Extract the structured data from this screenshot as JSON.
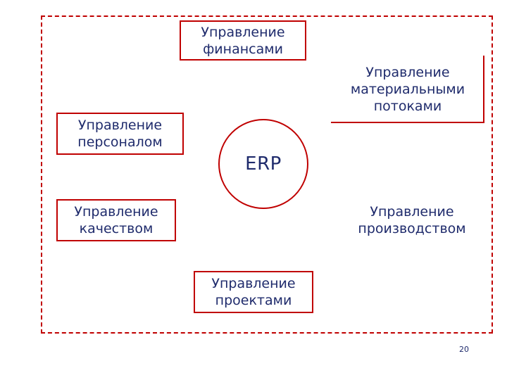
{
  "slide": {
    "page_number": "20",
    "frame": {
      "style": "dashed",
      "color": "#c00000"
    },
    "center": {
      "label": "ERP",
      "shape": "circle",
      "border_color": "#c00000"
    },
    "nodes": [
      {
        "id": "finance",
        "label": "Управление\nфинансами"
      },
      {
        "id": "material",
        "label": "Управление\nматериальными\nпотоками"
      },
      {
        "id": "personnel",
        "label": "Управление\nперсоналом"
      },
      {
        "id": "quality",
        "label": "Управление\nкачеством"
      },
      {
        "id": "production",
        "label": "Управление\nпроизводством"
      },
      {
        "id": "projects",
        "label": "Управление\nпроектами"
      }
    ]
  }
}
